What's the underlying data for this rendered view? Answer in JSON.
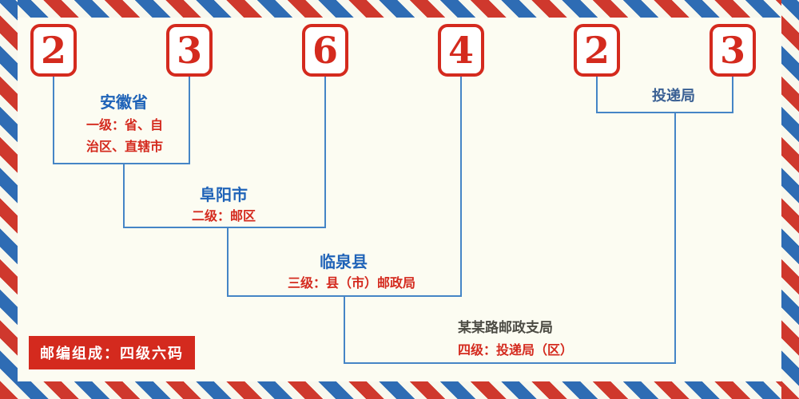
{
  "colors": {
    "accent_red": "#d42a1e",
    "accent_blue": "#1f63b8",
    "line_blue": "#4585c6",
    "border_red": "#cf382d",
    "border_blue": "#2e6cb4",
    "background": "#fcfcf2"
  },
  "postal_code": {
    "digits": [
      "2",
      "3",
      "6",
      "4",
      "2",
      "3"
    ]
  },
  "levels": {
    "province": {
      "name": "安徽省",
      "desc": "一级：省、自治区、直辖市"
    },
    "zone": {
      "name": "阜阳市",
      "desc": "二级：邮区"
    },
    "county": {
      "name": "临泉县",
      "desc": "三级：县（市）邮政局"
    },
    "office": {
      "name": "某某路邮政支局",
      "desc": "四级：投递局（区）"
    },
    "delivery": {
      "name": "投递局"
    }
  },
  "footer": {
    "badge": "邮编组成：四级六码"
  }
}
